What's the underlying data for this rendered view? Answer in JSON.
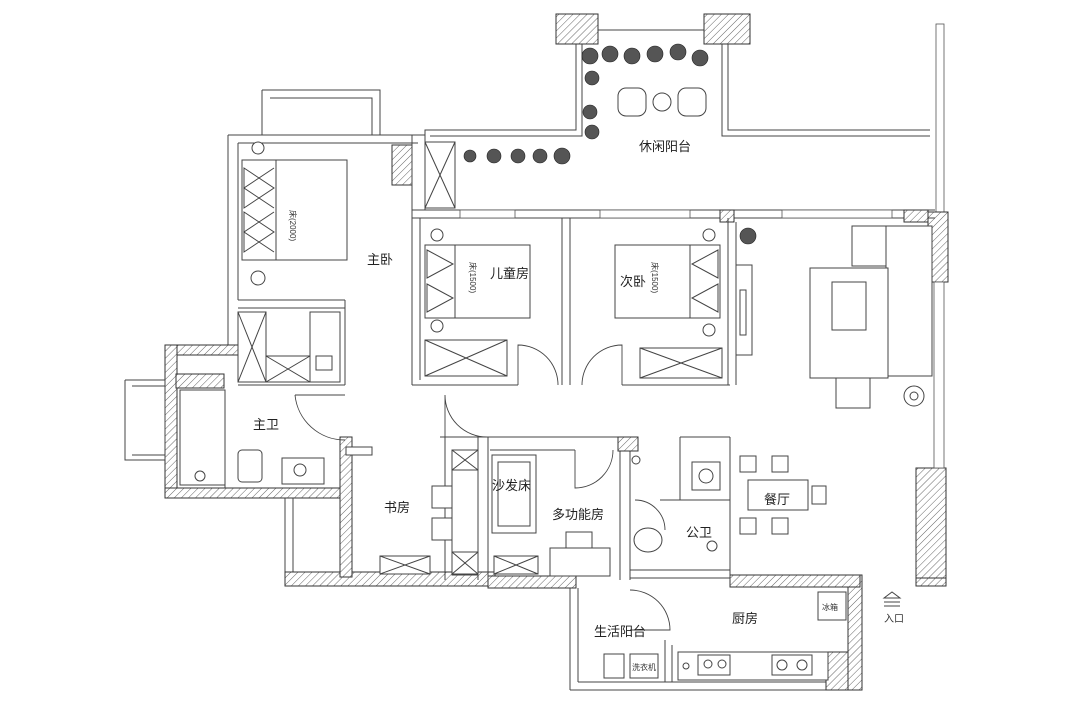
{
  "rooms": {
    "leisure_balcony": "休闲阳台",
    "master_bedroom": "主卧",
    "kids_room": "儿童房",
    "second_bedroom": "次卧",
    "master_bath": "主卫",
    "study": "书房",
    "sofa_bed": "沙发床",
    "multi_room": "多功能房",
    "public_bath": "公卫",
    "dining": "餐厅",
    "kitchen": "厨房",
    "service_balcony": "生活阳台"
  },
  "entrance": "入口",
  "fixtures": {
    "bed_master": "床(2000)",
    "bed_kids": "床(1500)",
    "bed_second": "床(1500)",
    "washer": "洗衣机",
    "fridge": "冰箱"
  }
}
